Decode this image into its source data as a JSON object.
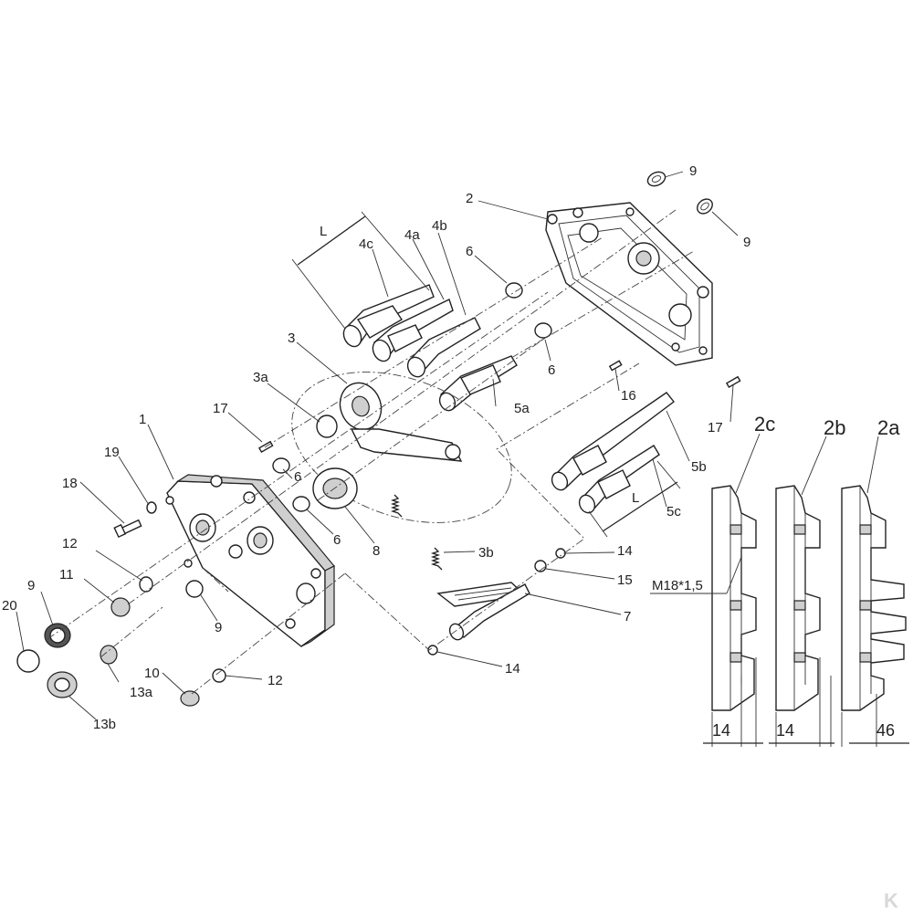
{
  "labels": {
    "p1": "1",
    "p2": "2",
    "p2a": "2a",
    "p2b": "2b",
    "p2c": "2c",
    "p3": "3",
    "p3a": "3a",
    "p3b": "3b",
    "p4a": "4a",
    "p4b": "4b",
    "p4c": "4c",
    "p5a": "5a",
    "p5b": "5b",
    "p5c": "5c",
    "p6a": "6",
    "p6b": "6",
    "p6c": "6",
    "p6d": "6",
    "p7": "7",
    "p8": "8",
    "p9a": "9",
    "p9b": "9",
    "p9c": "9",
    "p9d": "9",
    "p10": "10",
    "p11": "11",
    "p12a": "12",
    "p12b": "12",
    "p13a": "13a",
    "p13b": "13b",
    "p14a": "14",
    "p14b": "14",
    "p15": "15",
    "p16": "16",
    "p17a": "17",
    "p17b": "17",
    "p18": "18",
    "p19": "19",
    "p20": "20",
    "dimL1": "L",
    "dimL2": "L",
    "thread": "M18*1,5",
    "dim14a": "14",
    "dim14b": "14",
    "dim46": "46",
    "logo": "K"
  },
  "colors": {
    "line": "#222222",
    "shade": "#cfcfcf",
    "logo": "#d8d8d8"
  }
}
